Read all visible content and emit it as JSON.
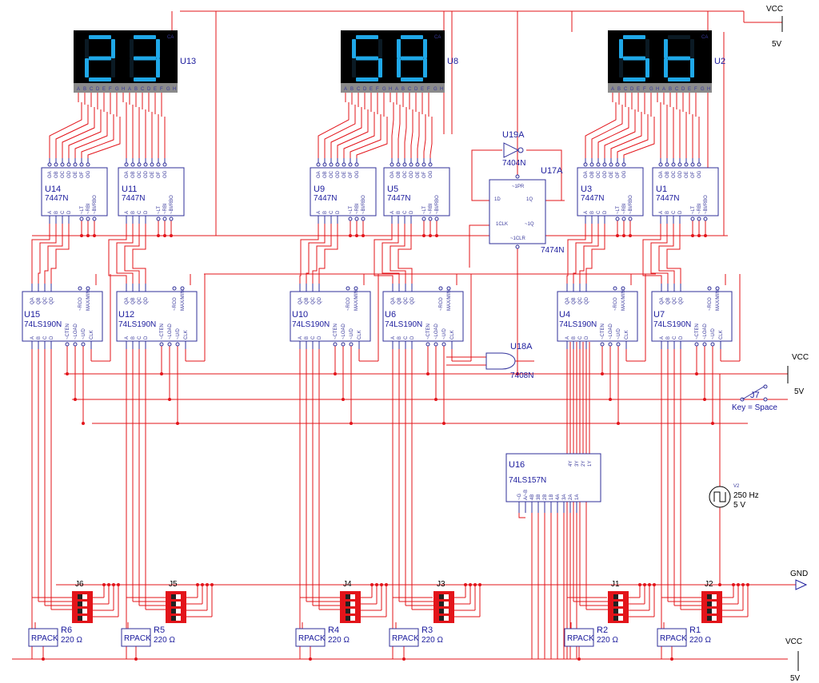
{
  "power": {
    "vcc_label": "VCC",
    "volt_5": "5V",
    "gnd_label": "GND"
  },
  "displays": [
    {
      "ref": "U13",
      "digits": "23",
      "type": "CA",
      "pins": "ABCDEFGHABCDEFGH"
    },
    {
      "ref": "U8",
      "digits": "58",
      "type": "CA",
      "pins": "ABCDEFGHABCDEFGH"
    },
    {
      "ref": "U2",
      "digits": "5b",
      "type": "CA",
      "pins": "ABCDEFGHABCDEFGH"
    }
  ],
  "decoders": [
    {
      "ref": "U14",
      "part": "7447N"
    },
    {
      "ref": "U11",
      "part": "7447N"
    },
    {
      "ref": "U9",
      "part": "7447N"
    },
    {
      "ref": "U5",
      "part": "7447N"
    },
    {
      "ref": "U3",
      "part": "7447N"
    },
    {
      "ref": "U1",
      "part": "7447N"
    }
  ],
  "decoder_pins": {
    "top": [
      "OA",
      "OB",
      "OC",
      "OD",
      "OE",
      "OF",
      "OG"
    ],
    "bottom_left": [
      "A",
      "B",
      "C",
      "D"
    ],
    "bottom_right": [
      "~LT",
      "~RBI",
      "~BI/RBO"
    ]
  },
  "counters": [
    {
      "ref": "U15",
      "part": "74LS190N"
    },
    {
      "ref": "U12",
      "part": "74LS190N"
    },
    {
      "ref": "U10",
      "part": "74LS190N"
    },
    {
      "ref": "U6",
      "part": "74LS190N"
    },
    {
      "ref": "U4",
      "part": "74LS190N"
    },
    {
      "ref": "U7",
      "part": "74LS190N"
    }
  ],
  "counter_pins": {
    "top_left": [
      "QA",
      "QB",
      "QC",
      "QD"
    ],
    "top_right": [
      "~RCO",
      "MAX/MIN"
    ],
    "bottom_left": [
      "A",
      "B",
      "C",
      "D"
    ],
    "bottom_right": [
      "~CTEN",
      "~LOAD",
      "~U/D",
      "CLK"
    ]
  },
  "flipflop": {
    "ref": "U17A",
    "part": "7474N",
    "pins": [
      "~1PR",
      "1D",
      "1Q",
      "~1Q",
      "1CLK",
      "~1CLR"
    ]
  },
  "inverter": {
    "ref": "U19A",
    "part": "7404N"
  },
  "and_gate": {
    "ref": "U18A",
    "part": "7408N"
  },
  "mux": {
    "ref": "U16",
    "part": "74LS157N",
    "pins_top": [
      "4Y",
      "3Y",
      "2Y",
      "1Y"
    ],
    "pins_bottom": [
      "~G",
      "A/~B",
      "4B",
      "3B",
      "2B",
      "1B",
      "4A",
      "3A",
      "2A",
      "1A"
    ]
  },
  "switch": {
    "ref": "J7",
    "key": "Key = Space"
  },
  "source": {
    "ref": "V2",
    "freq": "250 Hz",
    "volt": "5 V"
  },
  "dips": [
    {
      "ref": "J6"
    },
    {
      "ref": "J5"
    },
    {
      "ref": "J4"
    },
    {
      "ref": "J3"
    },
    {
      "ref": "J1"
    },
    {
      "ref": "J2"
    }
  ],
  "rpacks": [
    {
      "ref": "R6",
      "label": "RPACK",
      "value": "220 Ω"
    },
    {
      "ref": "R5",
      "label": "RPACK",
      "value": "220 Ω"
    },
    {
      "ref": "R4",
      "label": "RPACK",
      "value": "220 Ω"
    },
    {
      "ref": "R3",
      "label": "RPACK",
      "value": "220 Ω"
    },
    {
      "ref": "R2",
      "label": "RPACK",
      "value": "220 Ω"
    },
    {
      "ref": "R1",
      "label": "RPACK",
      "value": "220 Ω"
    }
  ],
  "colors": {
    "wire": "#e3141a",
    "component": "#2f2f9a",
    "segment": "#1fa8e8",
    "display_bg": "#000000",
    "dip_body": "#e3141a"
  }
}
